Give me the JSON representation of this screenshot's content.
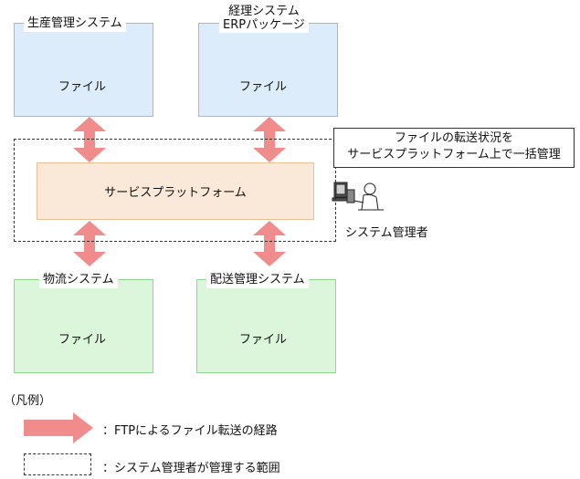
{
  "systems": {
    "production": {
      "label": "生産管理システム",
      "file": "ファイル"
    },
    "accounting": {
      "label_line1": "経理システム",
      "label_line2": "ERPパッケージ",
      "file": "ファイル"
    },
    "logistics": {
      "label": "物流システム",
      "file": "ファイル"
    },
    "delivery": {
      "label": "配送管理システム",
      "file": "ファイル"
    }
  },
  "platform": {
    "label": "サービスプラットフォーム"
  },
  "callout": {
    "line1": "ファイルの転送状況を",
    "line2": "サービスプラットフォーム上で一括管理"
  },
  "admin": {
    "label": "システム管理者",
    "icon": "person-at-computer-icon"
  },
  "legend": {
    "title": "（凡例）",
    "arrow_label": "：FTPによるファイル転送の経路",
    "dashed_label": "：システム管理者が管理する範囲"
  },
  "colors": {
    "blue_box": "#dcecfa",
    "green_box": "#dcf6dc",
    "platform": "#fae8d8",
    "arrow": "#f08c8c"
  }
}
